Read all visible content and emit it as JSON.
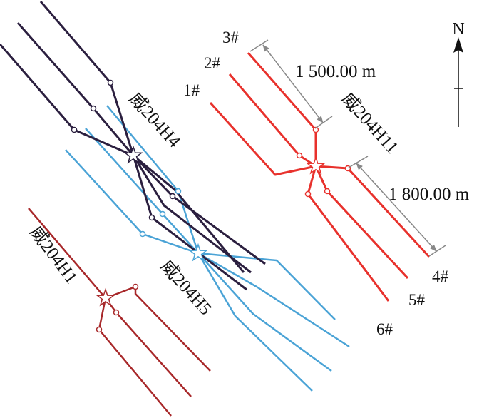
{
  "wells": [
    {
      "name": "威204H4",
      "color": "#2b1f3f"
    },
    {
      "name": "威204H5",
      "color": "#4aa3d6"
    },
    {
      "name": "威204H1",
      "color": "#a8282a"
    },
    {
      "name": "威204H11",
      "color": "#e8312c"
    }
  ],
  "well_numbers": [
    "1#",
    "2#",
    "3#",
    "4#",
    "5#",
    "6#"
  ],
  "distances": {
    "upper": "1 500.00 m",
    "lower": "1 800.00 m"
  },
  "north": {
    "label": "N"
  },
  "colors": {
    "dim": "#888888",
    "star_fill": "#ffffff"
  }
}
